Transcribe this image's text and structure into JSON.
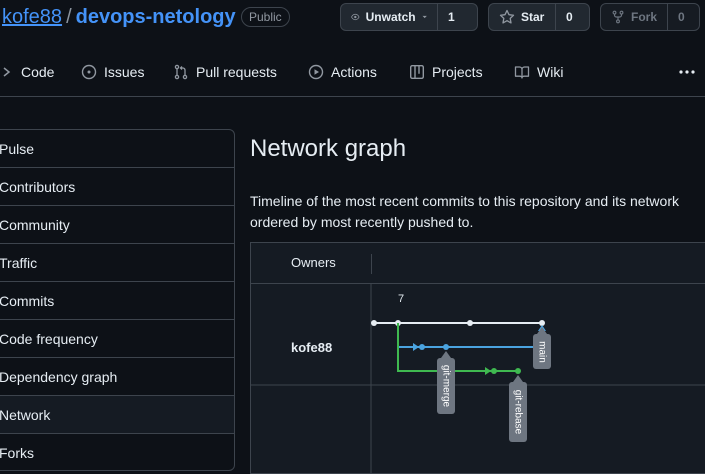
{
  "repo": {
    "owner": "kofe88",
    "separator": "/",
    "name": "devops-netology",
    "visibility": "Public"
  },
  "actions": {
    "watch": {
      "label": "Unwatch",
      "count": "1"
    },
    "star": {
      "label": "Star",
      "count": "0"
    },
    "fork": {
      "label": "Fork",
      "count": "0"
    }
  },
  "nav": {
    "items": [
      {
        "label": "Code",
        "icon": "code-icon"
      },
      {
        "label": "Issues",
        "icon": "issue-icon"
      },
      {
        "label": "Pull requests",
        "icon": "pull-request-icon"
      },
      {
        "label": "Actions",
        "icon": "play-icon"
      },
      {
        "label": "Projects",
        "icon": "table-icon"
      },
      {
        "label": "Wiki",
        "icon": "book-icon"
      }
    ],
    "more_icon": "kebab-horizontal-icon"
  },
  "sidebar": {
    "items": [
      {
        "label": "Pulse",
        "active": false
      },
      {
        "label": "Contributors",
        "active": false
      },
      {
        "label": "Community",
        "active": false
      },
      {
        "label": "Traffic",
        "active": false
      },
      {
        "label": "Commits",
        "active": false
      },
      {
        "label": "Code frequency",
        "active": false
      },
      {
        "label": "Dependency graph",
        "active": false
      },
      {
        "label": "Network",
        "active": true
      },
      {
        "label": "Forks",
        "active": false
      }
    ]
  },
  "main": {
    "title": "Network graph",
    "description": "Timeline of the most recent commits to this repository and its network ordered by most recently pushed to."
  },
  "graph": {
    "owners_label": "Owners",
    "owner": "kofe88",
    "date_label": "7",
    "branches": {
      "main": "main",
      "merge": "git-merge",
      "rebase": "git-rebase"
    },
    "colors": {
      "main": "#e6edf3",
      "merge": "#4aa3df",
      "rebase": "#3fb950",
      "label_bg": "#6e7681"
    }
  }
}
